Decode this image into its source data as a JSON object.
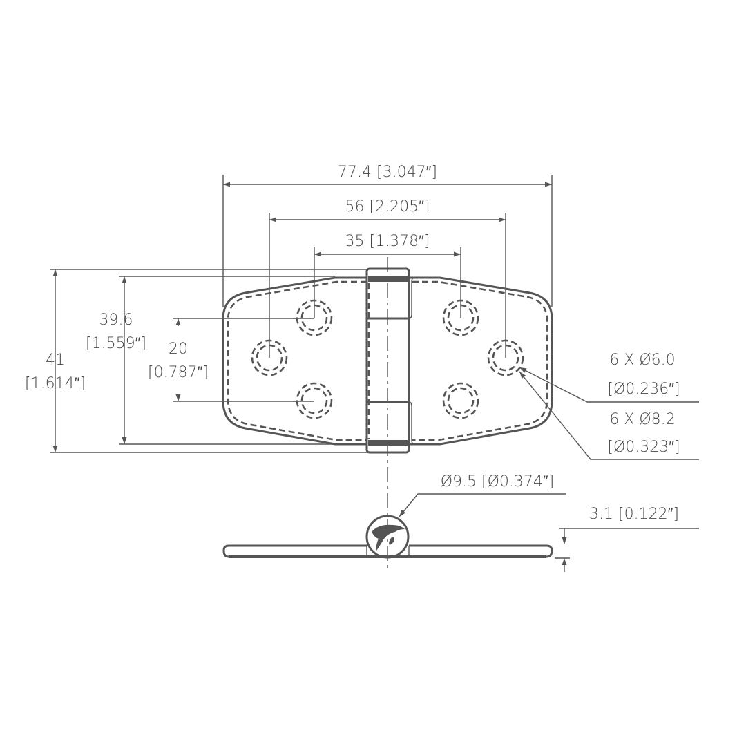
{
  "colors": {
    "line": "#555555",
    "text": "#4a4a4a",
    "background": "#ffffff"
  },
  "dimensions": {
    "overall_width": "77.4 [3.047″]",
    "hole_spacing_outer": "56 [2.205″]",
    "hole_spacing_inner": "35 [1.378″]",
    "overall_height_mm": "41",
    "overall_height_in": "[1.614″]",
    "leaf_height_mm": "39.6",
    "leaf_height_in": "[1.559″]",
    "hole_vertical_mm": "20",
    "hole_vertical_in": "[0.787″]",
    "hole_small_mm": "6 X Ø6.0",
    "hole_small_in": "[Ø0.236″]",
    "hole_large_mm": "6 X Ø8.2",
    "hole_large_in": "[Ø0.323″]",
    "knuckle_diameter": "Ø9.5 [Ø0.374″]",
    "thickness": "3.1 [0.122″]"
  },
  "logo": {
    "icon": "orca-whale-icon"
  }
}
